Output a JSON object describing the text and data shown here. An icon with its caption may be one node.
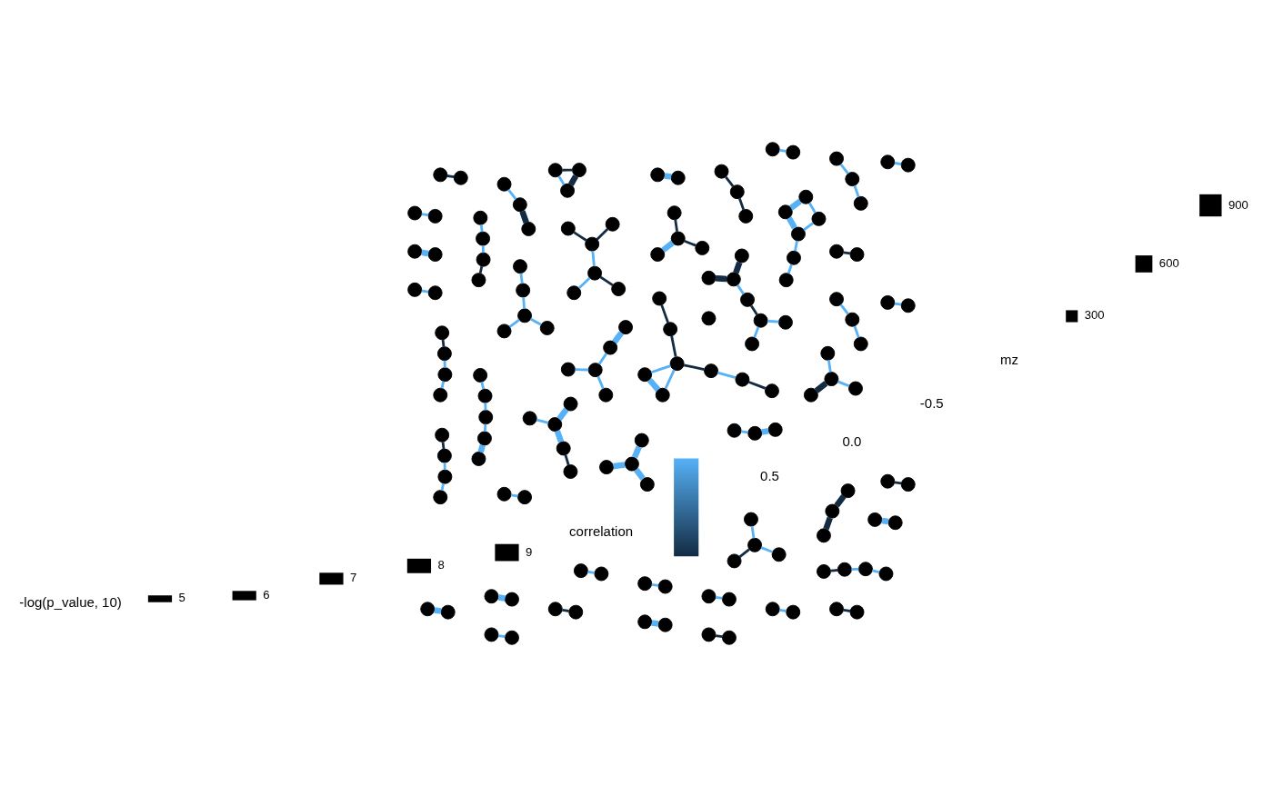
{
  "diagram": {
    "nodes": [
      {
        "text": [],
        "shape": "circle"
      },
      {
        "text": [],
        "shape": "circle"
      },
      {
        "text": [],
        "shape": "circle"
      },
      {
        "text": [],
        "shape": "circle"
      },
      {
        "text": [],
        "shape": "circle"
      },
      {
        "text": [],
        "shape": "circle"
      },
      {
        "text": [],
        "shape": "circle"
      },
      {
        "text": [],
        "shape": "circle"
      },
      {
        "text": [],
        "shape": "circle"
      },
      {
        "text": [],
        "shape": "circle"
      },
      {
        "text": [],
        "shape": "circle"
      },
      {
        "text": [],
        "shape": "circle"
      },
      {
        "text": [],
        "shape": "circle"
      },
      {
        "text": [],
        "shape": "circle"
      },
      {
        "text": [],
        "shape": "circle"
      },
      {
        "text": [],
        "shape": "circle"
      },
      {
        "text": [],
        "shape": "circle"
      },
      {
        "text": [],
        "shape": "circle"
      },
      {
        "text": [],
        "shape": "circle"
      },
      {
        "text": [],
        "shape": "circle"
      },
      {
        "text": [],
        "shape": "circle"
      },
      {
        "text": [],
        "shape": "circle"
      },
      {
        "text": [],
        "shape": "circle"
      },
      {
        "text": [],
        "shape": "circle"
      },
      {
        "text": [],
        "shape": "circle"
      },
      {
        "text": [],
        "shape": "circle"
      },
      {
        "text": [],
        "shape": "circle"
      },
      {
        "text": [],
        "shape": "circle"
      },
      {
        "text": [],
        "shape": "circle"
      },
      {
        "text": [],
        "shape": "circle"
      },
      {
        "text": [],
        "shape": "circle"
      },
      {
        "text": [],
        "shape": "circle"
      },
      {
        "text": [],
        "shape": "circle"
      },
      {
        "text": [],
        "shape": "circle"
      },
      {
        "text": [],
        "shape": "circle"
      },
      {
        "text": [],
        "shape": "circle"
      },
      {
        "text": [],
        "shape": "circle"
      },
      {
        "text": [],
        "shape": "circle"
      },
      {
        "text": [],
        "shape": "circle"
      },
      {
        "text": [],
        "shape": "circle"
      },
      {
        "text": [],
        "shape": "circle"
      },
      {
        "text": [],
        "shape": "circle"
      },
      {
        "text": [],
        "shape": "circle"
      },
      {
        "text": [],
        "shape": "circle"
      },
      {
        "text": [],
        "shape": "circle"
      },
      {
        "text": [],
        "shape": "circle"
      },
      {
        "text": [],
        "shape": "circle"
      },
      {
        "text": [],
        "shape": "circle"
      },
      {
        "text": [],
        "shape": "circle"
      },
      {
        "text": [],
        "shape": "circle"
      },
      {
        "text": [],
        "shape": "circle"
      },
      {
        "text": [],
        "shape": "circle"
      },
      {
        "text": [],
        "shape": "circle"
      },
      {
        "text": [],
        "shape": "circle"
      },
      {
        "text": [],
        "shape": "circle"
      },
      {
        "text": [],
        "shape": "circle"
      },
      {
        "text": [],
        "shape": "circle"
      },
      {
        "text": [],
        "shape": "circle"
      },
      {
        "text": [],
        "shape": "circle"
      },
      {
        "text": [],
        "shape": "circle"
      },
      {
        "text": [],
        "shape": "circle"
      },
      {
        "text": [],
        "shape": "circle"
      },
      {
        "text": [],
        "shape": "circle"
      },
      {
        "text": [],
        "shape": "circle"
      },
      {
        "text": [],
        "shape": "circle"
      },
      {
        "text": [],
        "shape": "circle"
      },
      {
        "text": [],
        "shape": "circle"
      },
      {
        "text": [],
        "shape": "circle"
      },
      {
        "text": [],
        "shape": "circle"
      },
      {
        "text": [],
        "shape": "circle"
      },
      {
        "text": [],
        "shape": "circle"
      },
      {
        "text": [],
        "shape": "circle"
      },
      {
        "text": [],
        "shape": "circle"
      },
      {
        "text": [],
        "shape": "circle"
      },
      {
        "text": [],
        "shape": "circle"
      },
      {
        "text": [],
        "shape": "circle"
      },
      {
        "text": [],
        "shape": "circle"
      },
      {
        "text": [],
        "shape": "circle"
      },
      {
        "text": [],
        "shape": "circle"
      },
      {
        "text": [],
        "shape": "circle"
      },
      {
        "text": [],
        "shape": "circle"
      },
      {
        "text": [],
        "shape": "circle"
      },
      {
        "text": [],
        "shape": "circle"
      },
      {
        "text": [],
        "shape": "circle"
      },
      {
        "text": [],
        "shape": "circle"
      },
      {
        "text": [],
        "shape": "circle"
      },
      {
        "text": [],
        "shape": "circle"
      },
      {
        "text": [],
        "shape": "circle"
      },
      {
        "text": [],
        "shape": "circle"
      },
      {
        "text": [],
        "shape": "circle"
      },
      {
        "text": [],
        "shape": "circle"
      },
      {
        "text": [],
        "shape": "circle"
      },
      {
        "text": [],
        "shape": "circle"
      },
      {
        "text": [],
        "shape": "circle"
      },
      {
        "text": [],
        "shape": "circle"
      },
      {
        "text": [],
        "shape": "circle"
      },
      {
        "text": [],
        "shape": "circle"
      },
      {
        "text": [],
        "shape": "circle"
      },
      {
        "text": [],
        "shape": "circle"
      },
      {
        "text": [],
        "shape": "circle"
      },
      {
        "text": [],
        "shape": "circle"
      },
      {
        "text": [],
        "shape": "circle"
      },
      {
        "text": [],
        "shape": "circle"
      },
      {
        "text": [],
        "shape": "circle"
      },
      {
        "text": [],
        "shape": "circle"
      },
      {
        "text": [],
        "shape": "circle"
      },
      {
        "text": [],
        "shape": "circle"
      },
      {
        "text": [],
        "shape": "circle"
      },
      {
        "text": [],
        "shape": "circle"
      },
      {
        "text": [],
        "shape": "circle"
      },
      {
        "text": [],
        "shape": "circle"
      },
      {
        "text": [],
        "shape": "circle"
      },
      {
        "text": [],
        "shape": "circle"
      },
      {
        "text": [],
        "shape": "circle"
      },
      {
        "text": [],
        "shape": "circle"
      },
      {
        "text": [],
        "shape": "circle"
      },
      {
        "text": [],
        "shape": "circle"
      },
      {
        "text": [],
        "shape": "circle"
      },
      {
        "text": [],
        "shape": "circle"
      },
      {
        "text": [],
        "shape": "circle"
      },
      {
        "text": [],
        "shape": "circle"
      },
      {
        "text": [],
        "shape": "circle"
      },
      {
        "text": [],
        "shape": "circle"
      },
      {
        "text": [],
        "shape": "circle"
      },
      {
        "text": [],
        "shape": "circle"
      },
      {
        "text": [],
        "shape": "circle"
      },
      {
        "text": [],
        "shape": "circle"
      },
      {
        "text": [],
        "shape": "circle"
      },
      {
        "text": [],
        "shape": "circle"
      },
      {
        "text": [],
        "shape": "circle"
      },
      {
        "text": [],
        "shape": "circle"
      },
      {
        "text": [],
        "shape": "circle"
      },
      {
        "text": [],
        "shape": "circle"
      },
      {
        "text": [],
        "shape": "circle"
      },
      {
        "text": [],
        "shape": "circle"
      },
      {
        "text": [],
        "shape": "circle"
      },
      {
        "text": [],
        "shape": "circle"
      },
      {
        "text": [],
        "shape": "circle"
      },
      {
        "text": [],
        "shape": "circle"
      },
      {
        "text": [],
        "shape": "circle"
      },
      {
        "text": [],
        "shape": "circle"
      },
      {
        "text": [],
        "shape": "circle"
      },
      {
        "text": [],
        "shape": "circle"
      },
      {
        "text": [],
        "shape": "circle"
      },
      {
        "text": [],
        "shape": "circle"
      },
      {
        "text": [],
        "shape": "circle"
      },
      {
        "text": [],
        "shape": "circle"
      },
      {
        "text": [],
        "shape": "bar"
      }
    ],
    "edges": [
      {
        "from": 0,
        "to": 1,
        "arrow": "none"
      },
      {
        "from": 1,
        "to": 15,
        "arrow": "none",
        "style": "thick"
      },
      {
        "from": 1,
        "to": 10,
        "arrow": "none",
        "style": "thick"
      },
      {
        "from": 4,
        "to": 16,
        "arrow": "none"
      },
      {
        "from": 8,
        "to": 15,
        "arrow": "none",
        "color": "#132b43"
      },
      {
        "from": 2,
        "to": 3,
        "arrow": "none",
        "color": "#132b43"
      },
      {
        "from": 3,
        "to": 5,
        "arrow": "none"
      },
      {
        "from": 5,
        "to": 7,
        "arrow": "none"
      },
      {
        "from": 6,
        "to": 19,
        "arrow": "none"
      },
      {
        "from": 19,
        "to": 27,
        "arrow": "none",
        "style": "thick",
        "color": "#132b43"
      },
      {
        "from": 25,
        "to": 20,
        "arrow": "none",
        "color": "#132b43"
      },
      {
        "from": 20,
        "to": 11,
        "arrow": "none",
        "style": "thick"
      },
      {
        "from": 20,
        "to": 17,
        "arrow": "none",
        "color": "#132b43"
      },
      {
        "from": 12,
        "to": 23,
        "arrow": "none",
        "color": "#132b43"
      },
      {
        "from": 23,
        "to": 40,
        "arrow": "none"
      },
      {
        "from": 26,
        "to": 33,
        "arrow": "none",
        "color": "#132b43"
      },
      {
        "from": 39,
        "to": 40,
        "arrow": "none"
      },
      {
        "from": 24,
        "to": 28,
        "arrow": "none"
      },
      {
        "from": 14,
        "to": 21,
        "arrow": "none"
      },
      {
        "from": 9,
        "to": 13,
        "arrow": "none"
      },
      {
        "from": 13,
        "to": 18,
        "arrow": "none"
      },
      {
        "from": 13,
        "to": 29,
        "arrow": "none",
        "color": "#132b43"
      },
      {
        "from": 29,
        "to": 30,
        "arrow": "none"
      },
      {
        "from": 22,
        "to": 30,
        "arrow": "none",
        "style": "thick",
        "color": "#132b43"
      },
      {
        "from": 30,
        "to": 36,
        "arrow": "none",
        "style": "thick",
        "color": "#132b43"
      },
      {
        "from": 34,
        "to": 42,
        "arrow": "none",
        "style": "thick"
      },
      {
        "from": 43,
        "to": 48,
        "arrow": "none",
        "color": "#132b43"
      },
      {
        "from": 51,
        "to": 54,
        "arrow": "none",
        "style": "thick",
        "color": "#132b43"
      },
      {
        "from": 51,
        "to": 60,
        "arrow": "none",
        "style": "thick",
        "color": "#132b43"
      },
      {
        "from": 53,
        "to": 41,
        "arrow": "none"
      },
      {
        "from": 55,
        "to": 67,
        "arrow": "none",
        "color": "#132b43"
      },
      {
        "from": 67,
        "to": 80,
        "arrow": "none",
        "color": "#132b43"
      },
      {
        "from": 66,
        "to": 69,
        "arrow": "none",
        "color": "#132b43"
      },
      {
        "from": 62,
        "to": 76,
        "arrow": "none"
      },
      {
        "from": 76,
        "to": 88,
        "arrow": "none"
      },
      {
        "from": 83,
        "to": 89,
        "arrow": "none"
      },
      {
        "from": 89,
        "to": 96,
        "arrow": "none"
      },
      {
        "from": 96,
        "to": 104,
        "arrow": "none"
      },
      {
        "from": 104,
        "to": 109,
        "arrow": "none"
      },
      {
        "from": 97,
        "to": 96,
        "arrow": "none",
        "style": "thick"
      },
      {
        "from": 97,
        "to": 109,
        "arrow": "none",
        "style": "thick"
      },
      {
        "from": 105,
        "to": 112,
        "arrow": "none",
        "color": "#132b43"
      },
      {
        "from": 115,
        "to": 123,
        "arrow": "none"
      },
      {
        "from": 123,
        "to": 114,
        "arrow": "none"
      },
      {
        "from": 114,
        "to": 100,
        "arrow": "none"
      },
      {
        "from": 100,
        "to": 86,
        "arrow": "none",
        "style": "thick"
      },
      {
        "from": 85,
        "to": 73,
        "arrow": "none"
      },
      {
        "from": 85,
        "to": 101,
        "arrow": "none",
        "color": "#132b43"
      },
      {
        "from": 73,
        "to": 78,
        "arrow": "none",
        "color": "#132b43"
      },
      {
        "from": 78,
        "to": 64,
        "arrow": "none",
        "color": "#132b43"
      },
      {
        "from": 64,
        "to": 59,
        "arrow": "none",
        "color": "#132b43"
      },
      {
        "from": 78,
        "to": 84,
        "arrow": "none"
      },
      {
        "from": 78,
        "to": 93,
        "arrow": "none"
      },
      {
        "from": 84,
        "to": 93,
        "arrow": "none",
        "style": "thick"
      },
      {
        "from": 118,
        "to": 124,
        "arrow": "none"
      },
      {
        "from": 124,
        "to": 129,
        "arrow": "none"
      },
      {
        "from": 129,
        "to": 133,
        "arrow": "none",
        "color": "#132b43"
      },
      {
        "from": 125,
        "to": 140,
        "arrow": "none",
        "style": "thick",
        "color": "#132b43"
      },
      {
        "from": 140,
        "to": 137,
        "arrow": "none"
      },
      {
        "from": 142,
        "to": 140,
        "arrow": "none"
      },
      {
        "from": 120,
        "to": 132,
        "arrow": "none"
      },
      {
        "from": 130,
        "to": 144,
        "arrow": "none",
        "style": "thick"
      },
      {
        "from": 138,
        "to": 136,
        "arrow": "none"
      },
      {
        "from": 146,
        "to": 144,
        "arrow": "none",
        "style": "thick"
      },
      {
        "from": 144,
        "to": 145,
        "arrow": "none",
        "style": "thick"
      },
      {
        "from": 128,
        "to": 143,
        "arrow": "none"
      },
      {
        "from": 103,
        "to": 108,
        "arrow": "none"
      },
      {
        "from": 107,
        "to": 117,
        "arrow": "none",
        "color": "#132b43"
      },
      {
        "from": 107,
        "to": 122,
        "arrow": "none"
      },
      {
        "from": 122,
        "to": 117,
        "arrow": "none",
        "style": "thick",
        "color": "#132b43"
      },
      {
        "from": 127,
        "to": 134,
        "arrow": "none"
      },
      {
        "from": 131,
        "to": 135,
        "arrow": "none"
      },
      {
        "from": 135,
        "to": 139,
        "arrow": "none"
      },
      {
        "from": 139,
        "to": 141,
        "arrow": "none",
        "color": "#132b43"
      },
      {
        "from": 111,
        "to": 126,
        "arrow": "none",
        "color": "#132b43"
      },
      {
        "from": 121,
        "to": 119,
        "arrow": "none"
      },
      {
        "from": 110,
        "to": 116,
        "arrow": "none"
      },
      {
        "from": 102,
        "to": 116,
        "arrow": "none"
      },
      {
        "from": 116,
        "to": 121,
        "arrow": "none"
      },
      {
        "from": 95,
        "to": 106,
        "arrow": "none",
        "style": "thick"
      },
      {
        "from": 98,
        "to": 99,
        "arrow": "none"
      },
      {
        "from": 99,
        "to": 113,
        "arrow": "none"
      },
      {
        "from": 94,
        "to": 92,
        "arrow": "none"
      },
      {
        "from": 74,
        "to": 71,
        "arrow": "none",
        "style": "thick"
      },
      {
        "from": 63,
        "to": 79,
        "arrow": "none",
        "color": "#132b43"
      },
      {
        "from": 65,
        "to": 81,
        "arrow": "none",
        "color": "#132b43"
      },
      {
        "from": 75,
        "to": 81,
        "arrow": "none"
      },
      {
        "from": 81,
        "to": 90,
        "arrow": "none"
      },
      {
        "from": 68,
        "to": 82,
        "arrow": "none"
      },
      {
        "from": 82,
        "to": 77,
        "arrow": "none",
        "style": "thick"
      },
      {
        "from": 91,
        "to": 87,
        "arrow": "none",
        "style": "thick"
      },
      {
        "from": 57,
        "to": 70,
        "arrow": "none",
        "style": "thick"
      },
      {
        "from": 50,
        "to": 58,
        "arrow": "none",
        "color": "#132b43"
      },
      {
        "from": 47,
        "to": 61,
        "arrow": "none",
        "style": "thick"
      },
      {
        "from": 44,
        "to": 38,
        "arrow": "none"
      },
      {
        "from": 38,
        "to": 31,
        "arrow": "none"
      },
      {
        "from": 38,
        "to": 45,
        "arrow": "none"
      },
      {
        "from": 45,
        "to": 46,
        "arrow": "none",
        "style": "thick"
      },
      {
        "from": 35,
        "to": 32,
        "arrow": "none"
      },
      {
        "from": 37,
        "to": 49,
        "arrow": "none"
      },
      {
        "from": 49,
        "to": 52,
        "arrow": "none",
        "color": "#132b43"
      },
      {
        "from": 49,
        "to": 63,
        "arrow": "none"
      },
      {
        "from": 56,
        "to": 63,
        "arrow": "none",
        "color": "#132b43"
      }
    ],
    "labels": [
      "-log(p_value, 10)",
      "correlation",
      "0.5",
      "0.0",
      "-0.5",
      "mz"
    ],
    "legend": [
      {
        "text": "5"
      },
      {
        "text": "6"
      },
      {
        "text": "7"
      },
      {
        "text": "8"
      },
      {
        "text": "9"
      },
      {
        "text": "300"
      },
      {
        "text": "600"
      },
      {
        "text": "900"
      }
    ]
  }
}
